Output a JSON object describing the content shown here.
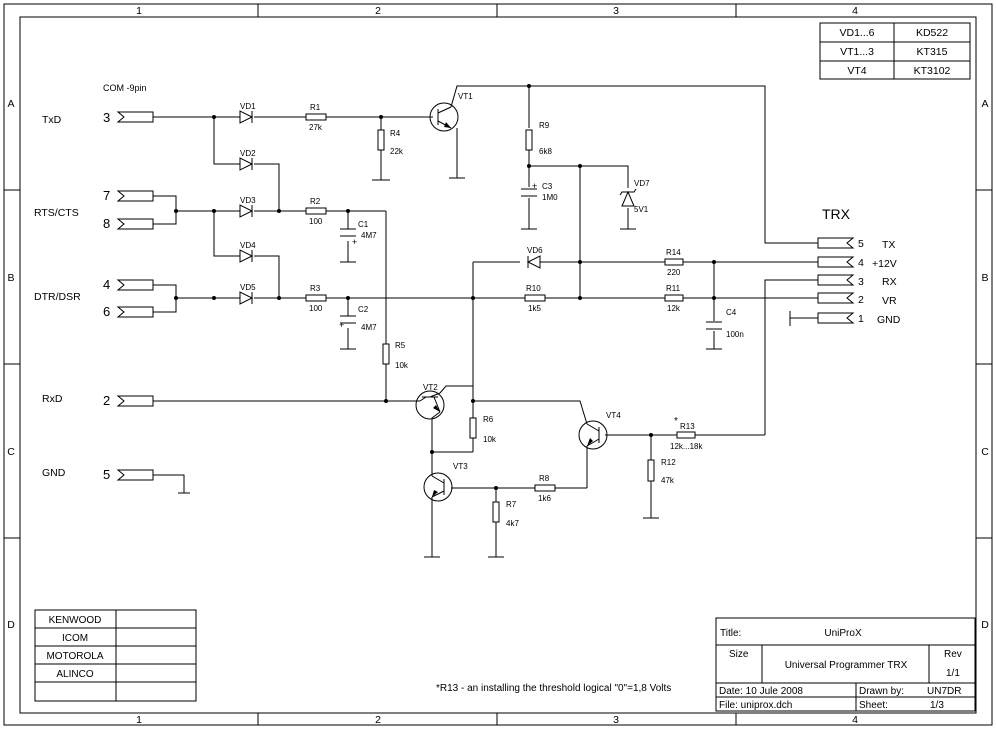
{
  "frame": {
    "columns": [
      "1",
      "2",
      "3",
      "4"
    ],
    "rows": [
      "A",
      "B",
      "C",
      "D"
    ]
  },
  "connector_title": "COM -9pin",
  "com_signals": [
    {
      "name": "TxD",
      "pins": [
        "3"
      ]
    },
    {
      "name": "RTS/CTS",
      "pins": [
        "7",
        "8"
      ]
    },
    {
      "name": "DTR/DSR",
      "pins": [
        "4",
        "6"
      ]
    },
    {
      "name": "RxD",
      "pins": [
        "2"
      ]
    },
    {
      "name": "GND",
      "pins": [
        "5"
      ]
    }
  ],
  "trx": {
    "title": "TRX",
    "pins": [
      {
        "num": "5",
        "name": "TX"
      },
      {
        "num": "4",
        "name": "+12V"
      },
      {
        "num": "3",
        "name": "RX"
      },
      {
        "num": "2",
        "name": "VR"
      },
      {
        "num": "1",
        "name": "GND"
      }
    ]
  },
  "components": {
    "VD1": "VD1",
    "VD2": "VD2",
    "VD3": "VD3",
    "VD4": "VD4",
    "VD5": "VD5",
    "VD6": "VD6",
    "VD7": "VD7",
    "VD7_val": "5V1",
    "VT1": "VT1",
    "VT2": "VT2",
    "VT3": "VT3",
    "VT4": "VT4",
    "R1": "R1",
    "R1_val": "27k",
    "R2": "R2",
    "R2_val": "100",
    "R3": "R3",
    "R3_val": "100",
    "R4": "R4",
    "R4_val": "22k",
    "R5": "R5",
    "R5_val": "10k",
    "R6": "R6",
    "R6_val": "10k",
    "R7": "R7",
    "R7_val": "4k7",
    "R8": "R8",
    "R8_val": "1k6",
    "R9": "R9",
    "R9_val": "6k8",
    "R10": "R10",
    "R10_val": "1k5",
    "R11": "R11",
    "R11_val": "12k",
    "R12": "R12",
    "R12_val": "47k",
    "R13": "R13",
    "R13_val": "12k...18k",
    "R13_mark": "*",
    "R14": "R14",
    "R14_val": "220",
    "C1": "C1",
    "C1_val": "4M7",
    "C2": "C2",
    "C2_val": "4M7",
    "C3": "C3",
    "C3_val": "1M0",
    "C4": "C4",
    "C4_val": "100n"
  },
  "parts_table": [
    {
      "ref": "VD1...6",
      "type": "KD522"
    },
    {
      "ref": "VT1...3",
      "type": "KT315"
    },
    {
      "ref": "VT4",
      "type": "KT3102"
    }
  ],
  "brands": [
    "KENWOOD",
    "ICOM",
    "MOTOROLA",
    "ALINCO"
  ],
  "note": "*R13 - an installing the threshold logical \"0\"=1,8 Volts",
  "title_block": {
    "title_label": "Title:",
    "title_value": "UniProX",
    "size_label": "Size",
    "description": "Universal Programmer TRX",
    "rev_label": "Rev",
    "rev_value": "1/1",
    "date_text": "Date:  10 Jule 2008",
    "drawn_label": "Drawn by:",
    "drawn_value": "UN7DR",
    "file_text": "File: uniprox.dch",
    "sheet_label": "Sheet:",
    "sheet_value": "1/3"
  }
}
